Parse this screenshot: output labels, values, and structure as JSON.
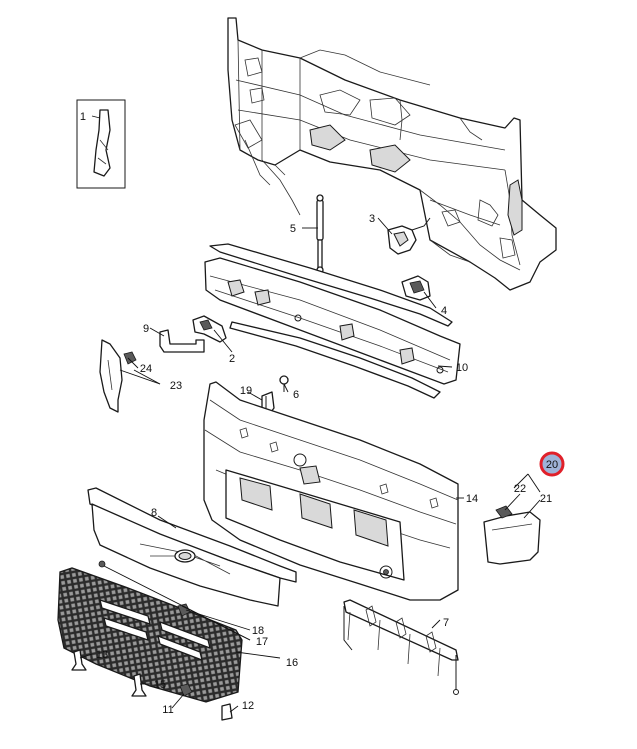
{
  "callouts": [
    "1",
    "2",
    "3",
    "4",
    "5",
    "6",
    "7",
    "8",
    "9",
    "10",
    "11",
    "12",
    "13",
    "14",
    "15",
    "16",
    "17",
    "18",
    "19",
    "20",
    "21",
    "22",
    "23",
    "24"
  ],
  "highlight": {
    "callout": "20",
    "ring_color": "#e0202a",
    "fill_color": "#9fb3d8"
  },
  "colors": {
    "line": "#1a1a1a",
    "background": "#ffffff"
  }
}
